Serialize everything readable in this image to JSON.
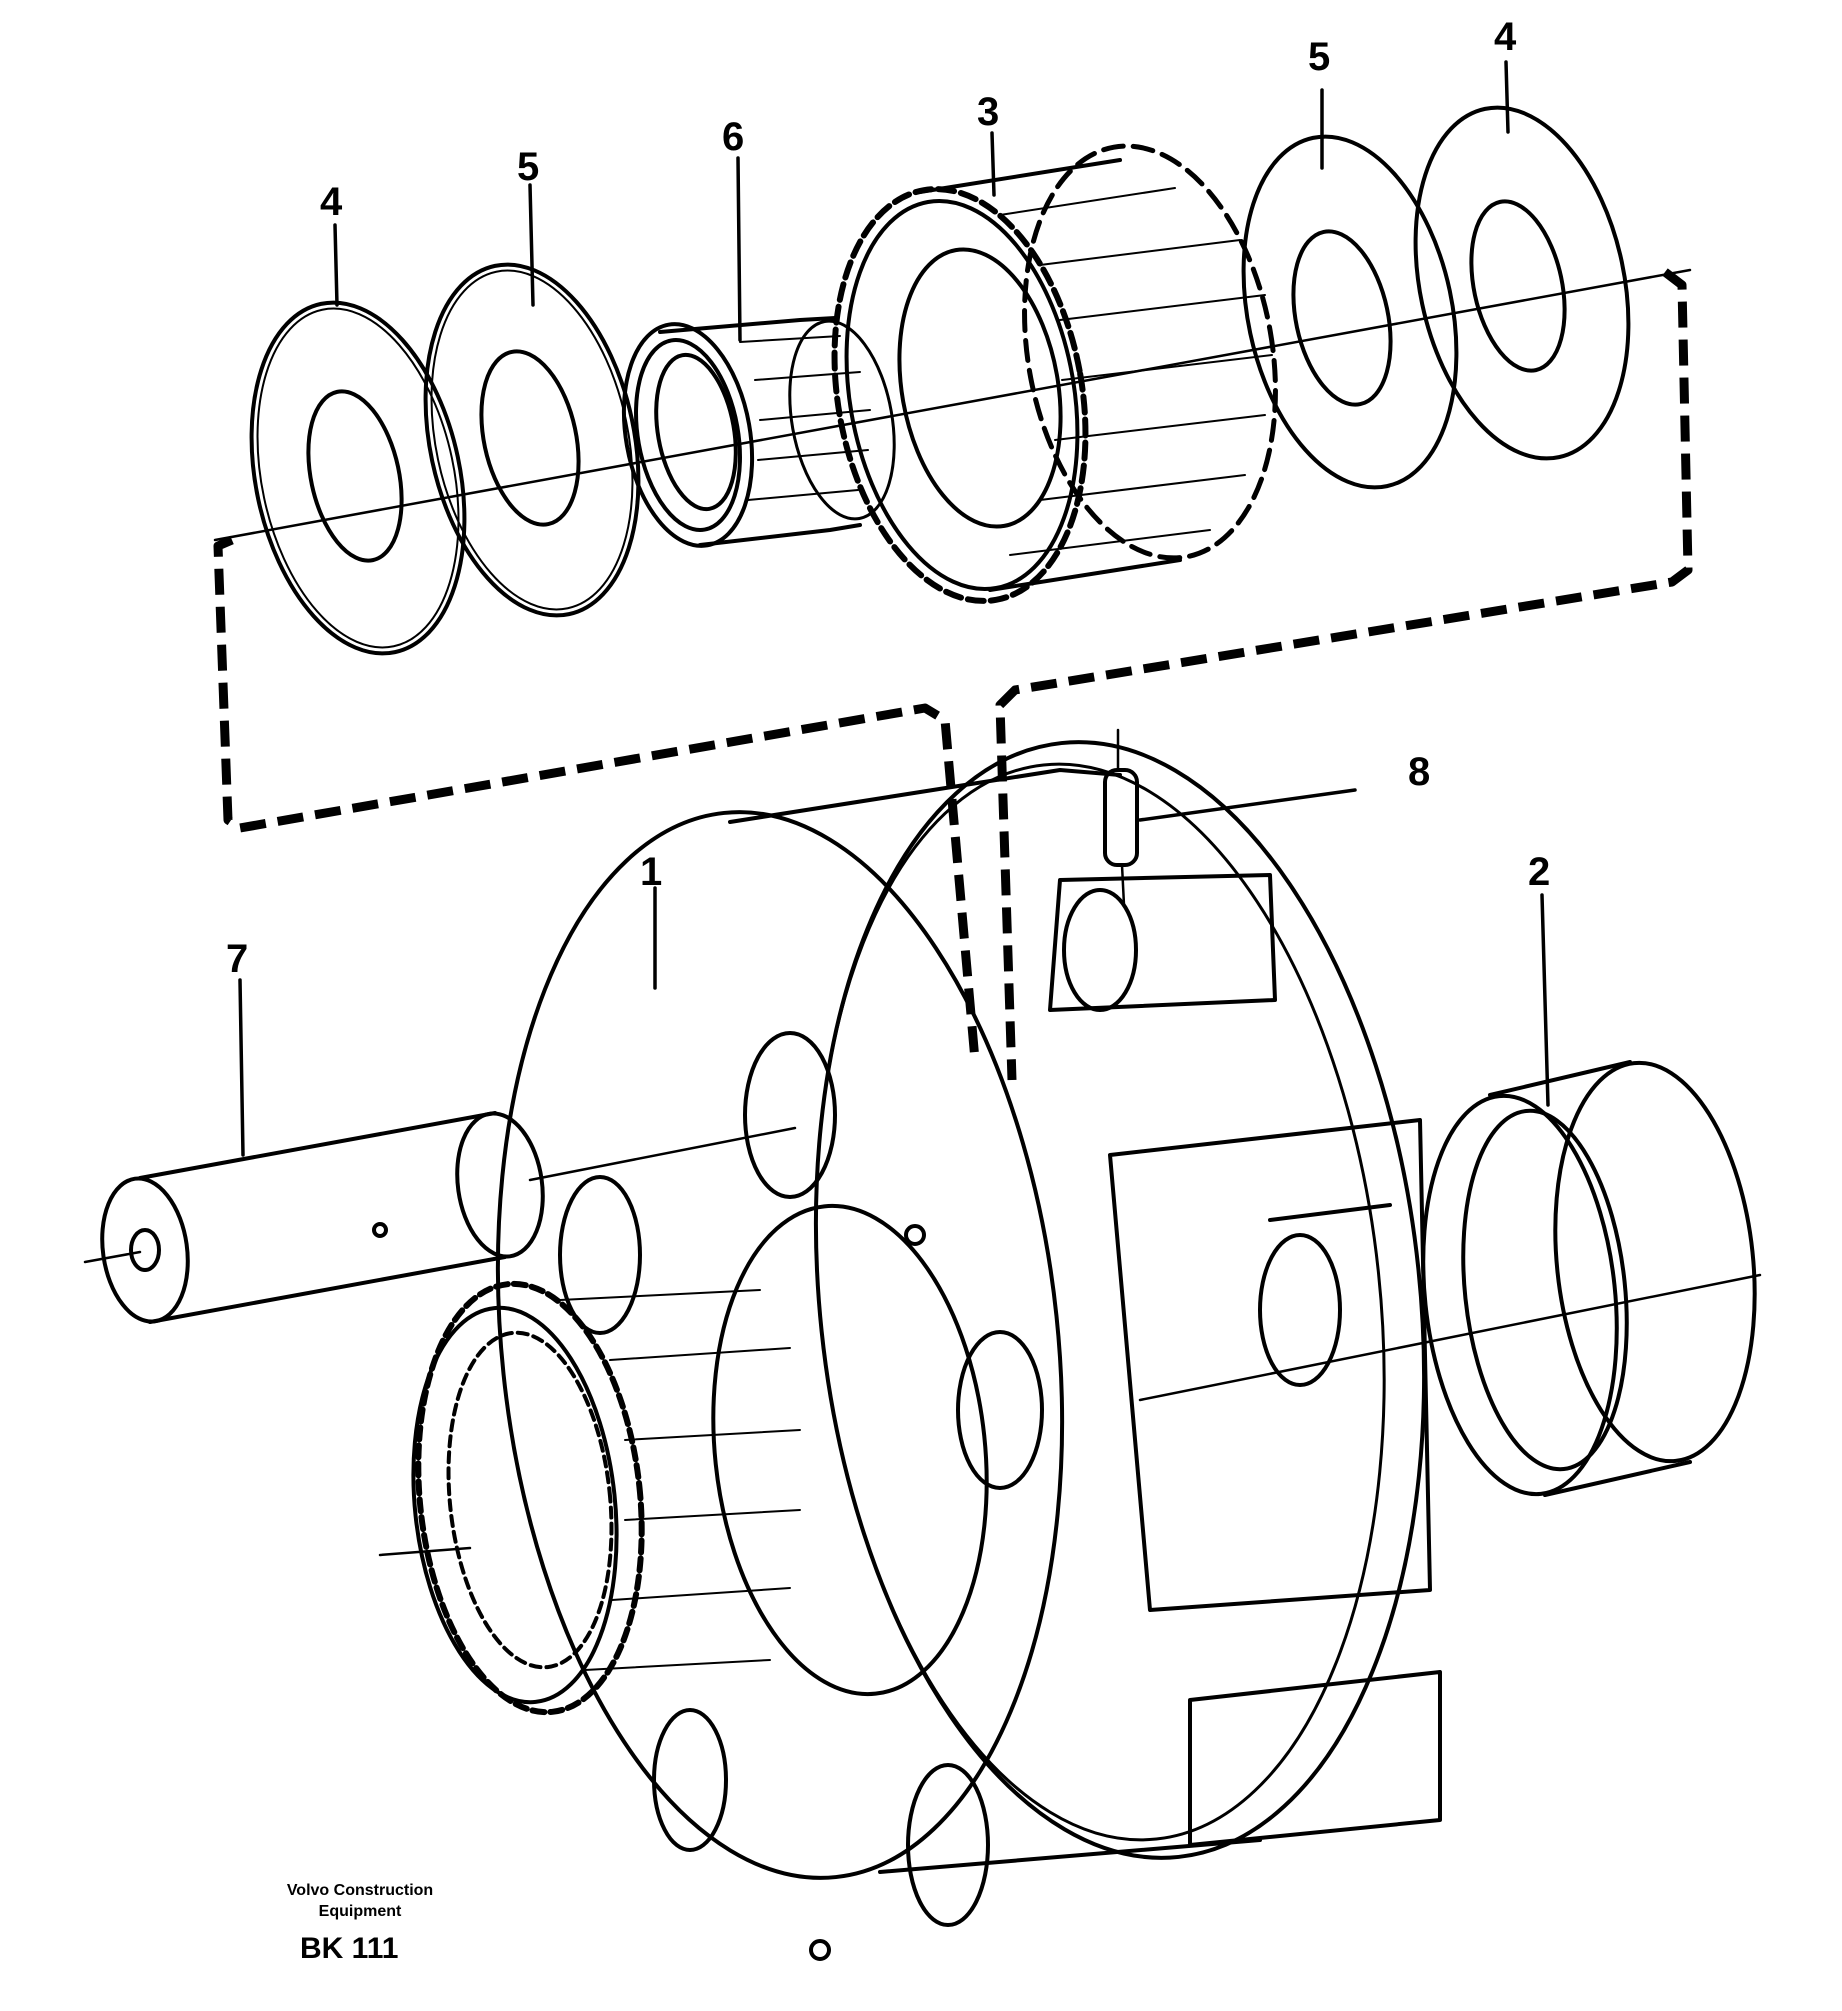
{
  "diagram": {
    "colors": {
      "ink": "#000000",
      "paper": "#ffffff"
    },
    "callouts": [
      {
        "id": "c4a",
        "label": "4"
      },
      {
        "id": "c5a",
        "label": "5"
      },
      {
        "id": "c6",
        "label": "6"
      },
      {
        "id": "c3",
        "label": "3"
      },
      {
        "id": "c5b",
        "label": "5"
      },
      {
        "id": "c4b",
        "label": "4"
      },
      {
        "id": "c8",
        "label": "8"
      },
      {
        "id": "c1",
        "label": "1"
      },
      {
        "id": "c2",
        "label": "2"
      },
      {
        "id": "c7",
        "label": "7"
      }
    ],
    "credit": {
      "line1": "Volvo Construction",
      "line2": "Equipment",
      "code": "BK 111"
    }
  }
}
